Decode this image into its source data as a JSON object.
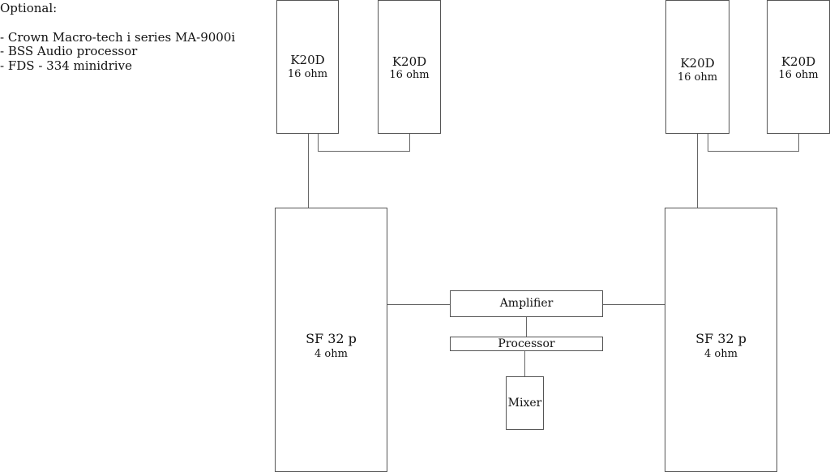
{
  "notes": {
    "title": "Optional:",
    "items": [
      "- Crown Macro-tech i series MA-9000i",
      "- BSS Audio processor",
      "- FDS - 334 minidrive"
    ]
  },
  "left_top_speakers": [
    {
      "name": "K20D",
      "impedance": "16 ohm"
    },
    {
      "name": "K20D",
      "impedance": "16 ohm"
    }
  ],
  "right_top_speakers": [
    {
      "name": "K20D",
      "impedance": "16 ohm"
    },
    {
      "name": "K20D",
      "impedance": "16 ohm"
    }
  ],
  "left_sub": {
    "name": "SF 32 p",
    "impedance": "4 ohm"
  },
  "right_sub": {
    "name": "SF 32 p",
    "impedance": "4 ohm"
  },
  "amplifier": "Amplifier",
  "processor": "Processor",
  "mixer": "Mixer",
  "colors": {
    "line": "#555555",
    "background": "#ffffff",
    "text": "#111111"
  }
}
